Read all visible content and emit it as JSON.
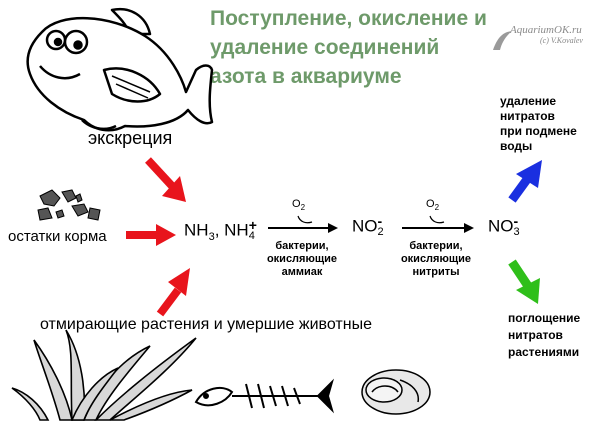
{
  "title": {
    "line1": "Поступление, окисление и",
    "line2": "удаление соединений",
    "line3": "азота в аквариуме"
  },
  "watermark": {
    "site": "AquariumOK.ru",
    "author": "(c) V.Kovalev"
  },
  "sources": {
    "excretion": "экскреция",
    "food_residue": "остатки корма",
    "dead_matter": "отмирающие растения и умершие животные"
  },
  "chemistry": {
    "ammonia": {
      "nh3": "NH",
      "nh3_sub": "3",
      "sep": ",",
      "nh4": "NH",
      "nh4_sub": "4",
      "nh4_sup": "+"
    },
    "nitrite": {
      "base": "NO",
      "sub": "2",
      "sup": "-"
    },
    "nitrate": {
      "base": "NO",
      "sub": "3",
      "sup": "-"
    },
    "oxygen": {
      "base": "O",
      "sub": "2"
    }
  },
  "arrow_labels": {
    "step1": [
      "бактерии,",
      "окисляющие",
      "аммиак"
    ],
    "step2": [
      "бактерии,",
      "окисляющие",
      "нитриты"
    ]
  },
  "outcomes": {
    "removal": [
      "удаление",
      "нитратов",
      "при подмене",
      "воды"
    ],
    "uptake": [
      "поглощение",
      "нитратов",
      "растениями"
    ]
  },
  "colors": {
    "title": "#6e9a6a",
    "red_arrow": "#e8141c",
    "blue_arrow": "#1a2fe0",
    "green_arrow": "#2fbf1a"
  },
  "icons": [
    "fish-icon",
    "food-pellets-icon",
    "aquatic-plant-icon",
    "fish-skeleton-icon",
    "snail-shell-icon"
  ]
}
